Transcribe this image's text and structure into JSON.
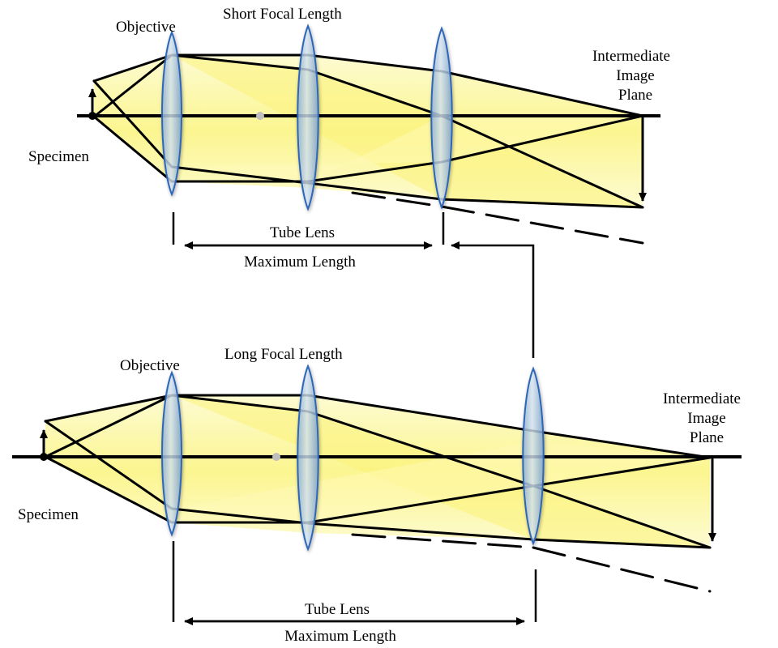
{
  "top": {
    "objective_label": "Objective",
    "focal_label": "Short Focal Length",
    "specimen_label": "Specimen",
    "image_plane_label": [
      "Intermediate",
      "Image",
      "Plane"
    ],
    "tube_lens_label": "Tube Lens",
    "max_length_label": "Maximum Length"
  },
  "bottom": {
    "objective_label": "Objective",
    "focal_label": "Long Focal Length",
    "specimen_label": "Specimen",
    "image_plane_label": [
      "Intermediate",
      "Image",
      "Plane"
    ],
    "tube_lens_label": "Tube Lens",
    "max_length_label": "Maximum Length"
  },
  "colors": {
    "beam_fill": "#fbf79a",
    "lens_fill": "#b9d3ea",
    "lens_edge": "#2f66b8",
    "line": "#000000"
  }
}
